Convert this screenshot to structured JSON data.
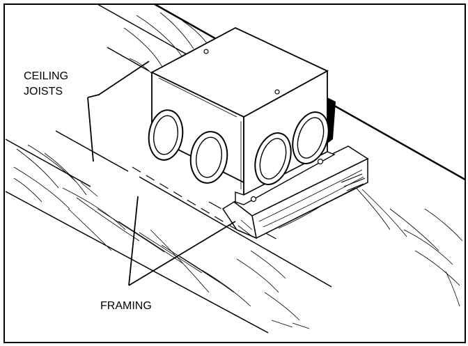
{
  "labels": {
    "ceiling_joists_line1": "CEILING",
    "ceiling_joists_line2": "JOISTS",
    "framing": "FRAMING"
  },
  "colors": {
    "ink": "#000000",
    "paper": "#ffffff"
  }
}
